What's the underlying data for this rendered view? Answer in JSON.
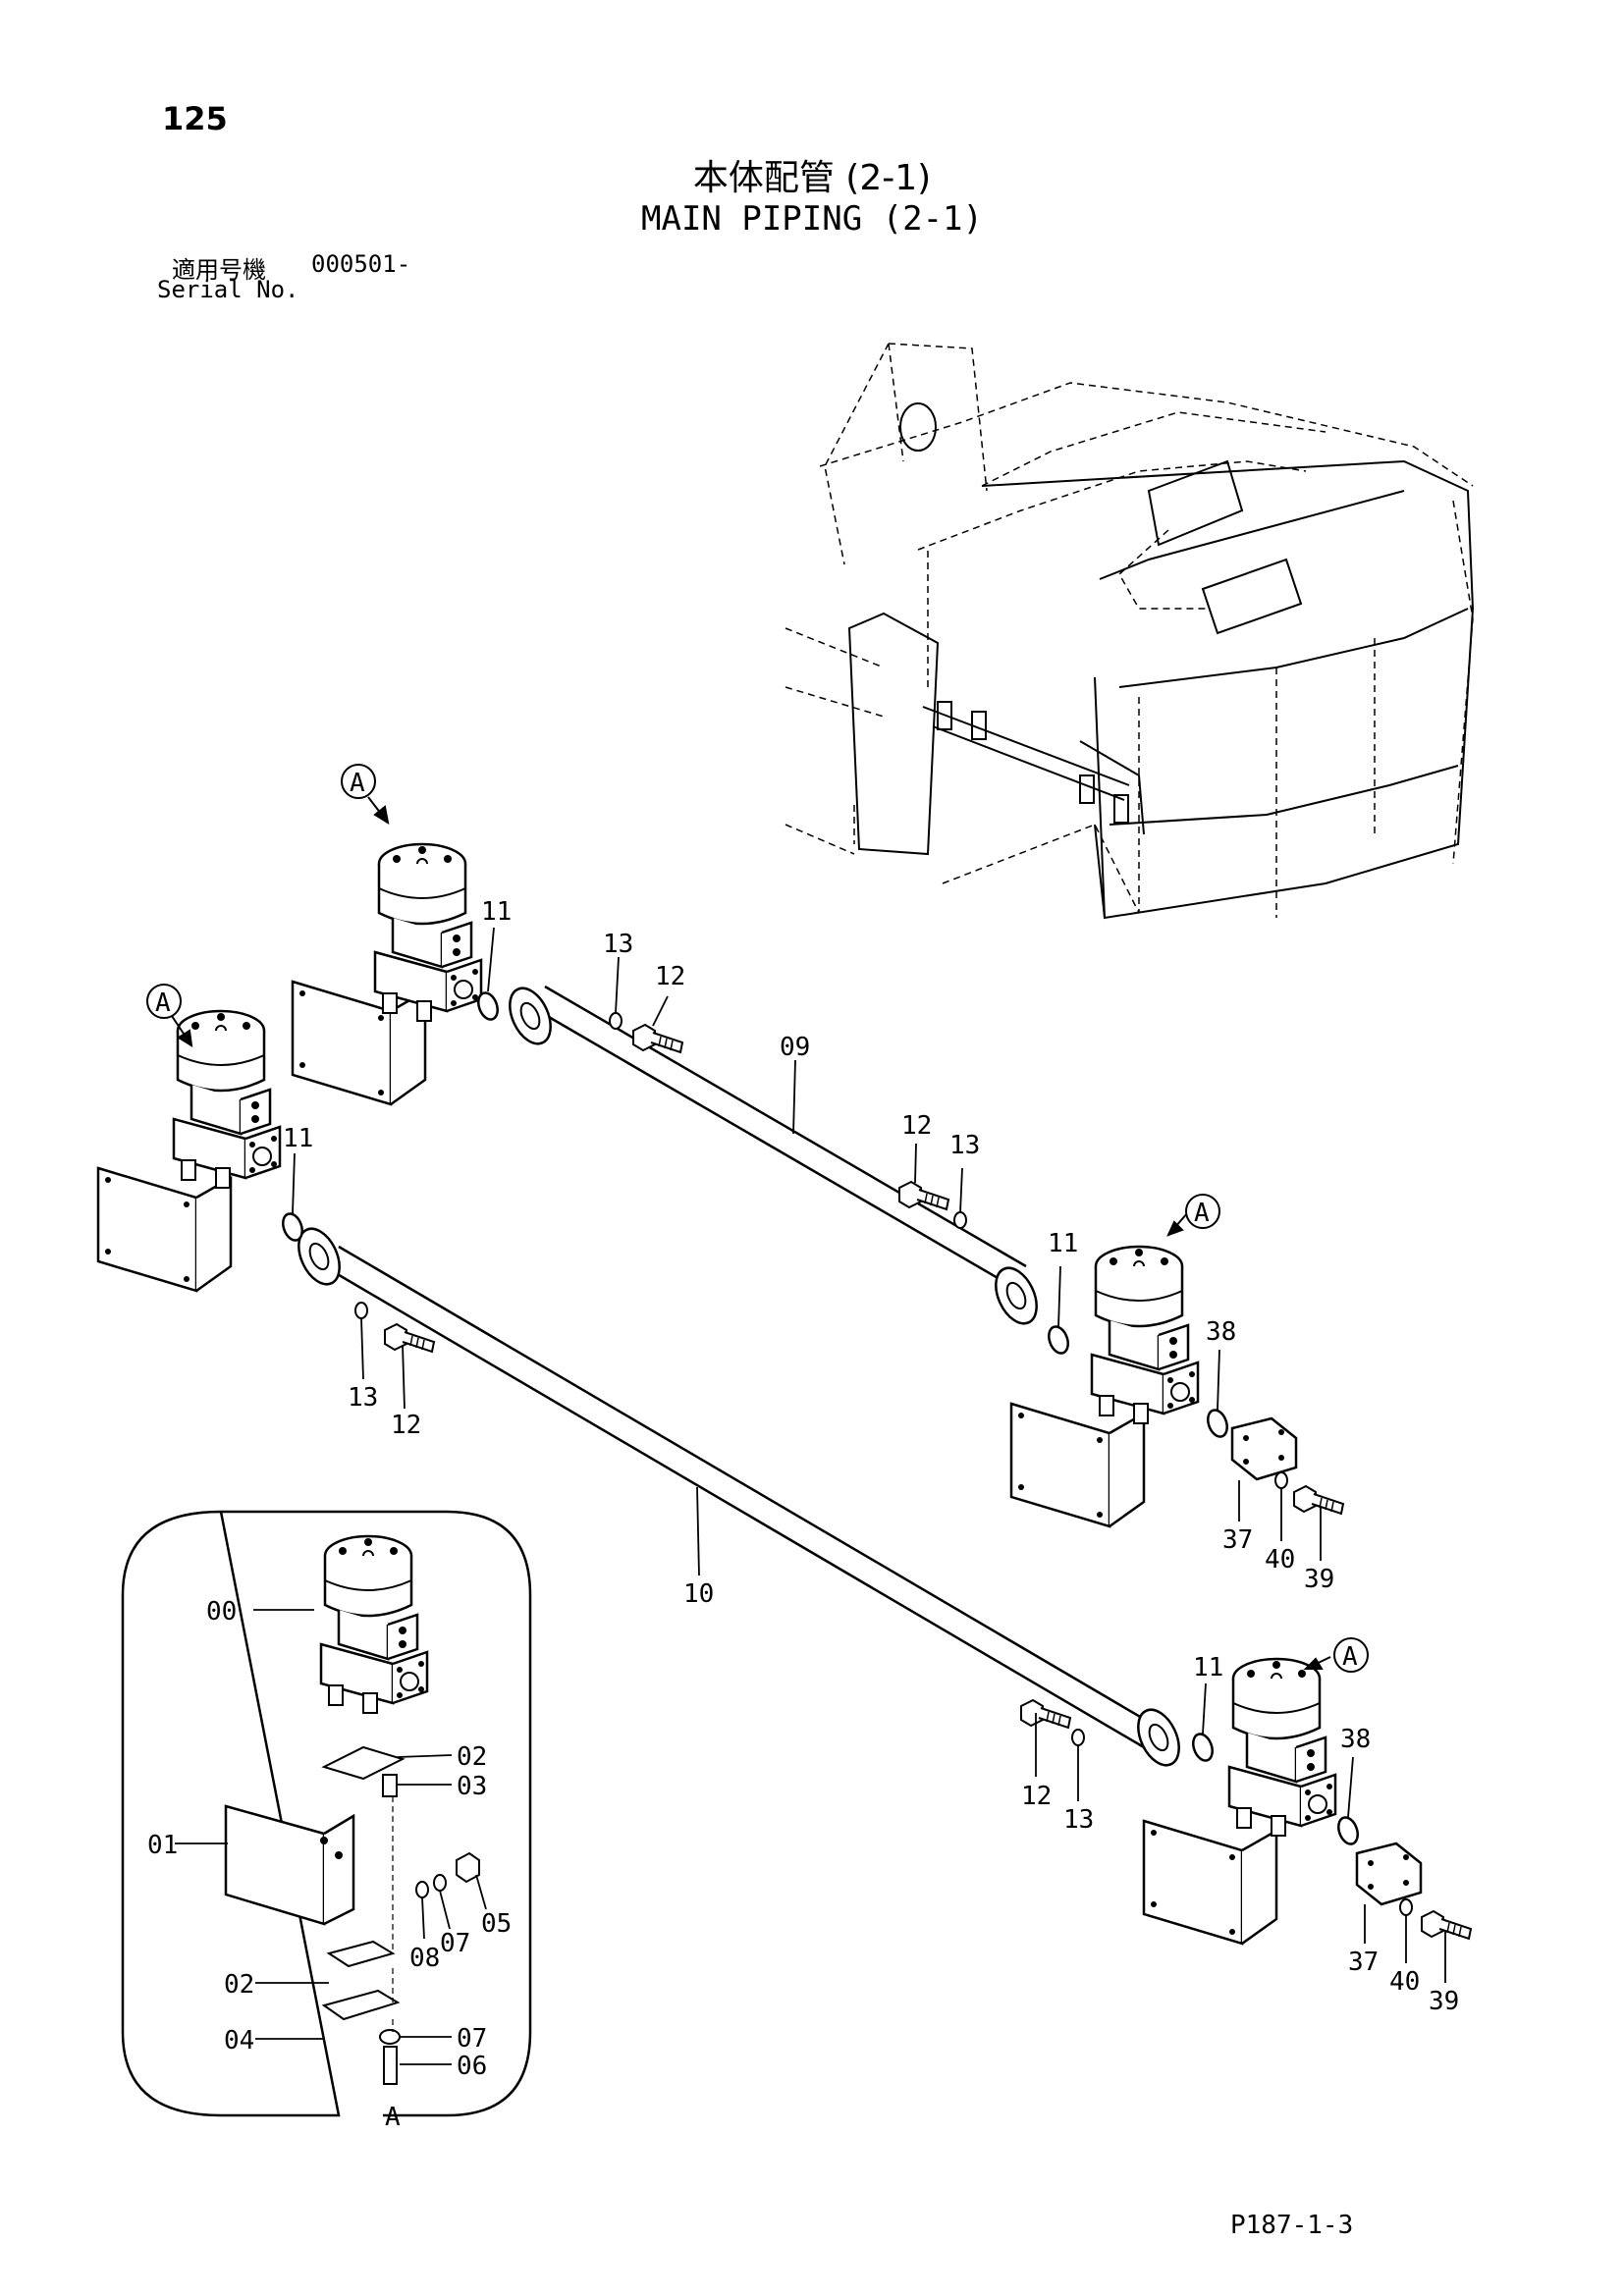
{
  "header": {
    "page_number": "125",
    "title_jp": "本体配管 (2-1)",
    "title_en": "MAIN PIPING (2-1)",
    "serial_label_jp": "適用号機",
    "serial_value": "000501-",
    "serial_label_en": "Serial No."
  },
  "footer": {
    "page_code": "P187-1-3"
  },
  "callouts": {
    "n00": "00",
    "n01": "01",
    "n02": "02",
    "n03": "03",
    "n04": "04",
    "n05": "05",
    "n06": "06",
    "n07": "07",
    "n08": "08",
    "n09": "09",
    "n10": "10",
    "n11": "11",
    "n12": "12",
    "n13": "13",
    "n37": "37",
    "n38": "38",
    "n39": "39",
    "n40": "40",
    "view": "A"
  }
}
